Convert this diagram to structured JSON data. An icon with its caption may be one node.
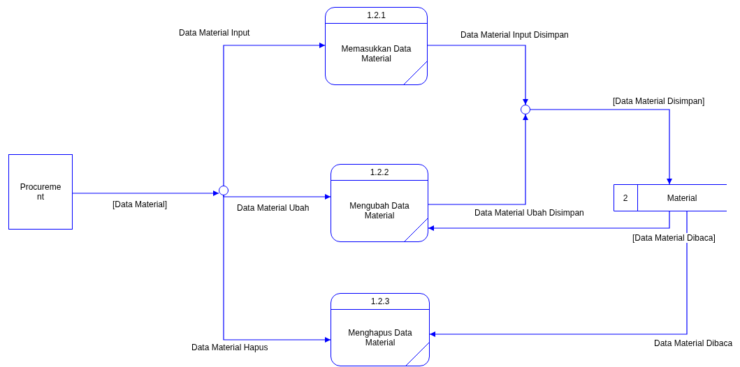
{
  "diagram": {
    "nodes": [
      {
        "text": [
          "Procureme nt"
        ]
      },
      {
        "text": [],
        "shape": "circle"
      },
      {
        "text": [
          "1.2.1",
          "Memasukkan Data Material"
        ]
      },
      {
        "text": [
          "1.2.2",
          "Mengubah Data Material"
        ]
      },
      {
        "text": [
          "1.2.3",
          "Menghapus Data Material"
        ]
      },
      {
        "text": [],
        "shape": "circle"
      },
      {
        "text": [
          "2",
          "Material"
        ]
      }
    ],
    "edges": [
      {
        "from": 0,
        "to": 1,
        "arrow": "to",
        "label": "[Data Material]"
      },
      {
        "from": 1,
        "to": 2,
        "arrow": "to",
        "label": "Data Material Input"
      },
      {
        "from": 1,
        "to": 3,
        "arrow": "to",
        "label": "Data Material Ubah"
      },
      {
        "from": 1,
        "to": 4,
        "arrow": "to",
        "label": "Data Material Hapus"
      },
      {
        "from": 2,
        "to": 5,
        "arrow": "to",
        "label": "Data Material Input Disimpan"
      },
      {
        "from": 3,
        "to": 5,
        "arrow": "to",
        "label": "Data Material Ubah Disimpan"
      },
      {
        "from": 5,
        "to": 6,
        "arrow": "to",
        "label": "[Data Material Disimpan]"
      },
      {
        "from": 6,
        "to": 3,
        "arrow": "to",
        "label": "[Data Material Dibaca]"
      },
      {
        "from": 6,
        "to": 4,
        "arrow": "to",
        "label": "Data Material Dibaca"
      }
    ]
  }
}
